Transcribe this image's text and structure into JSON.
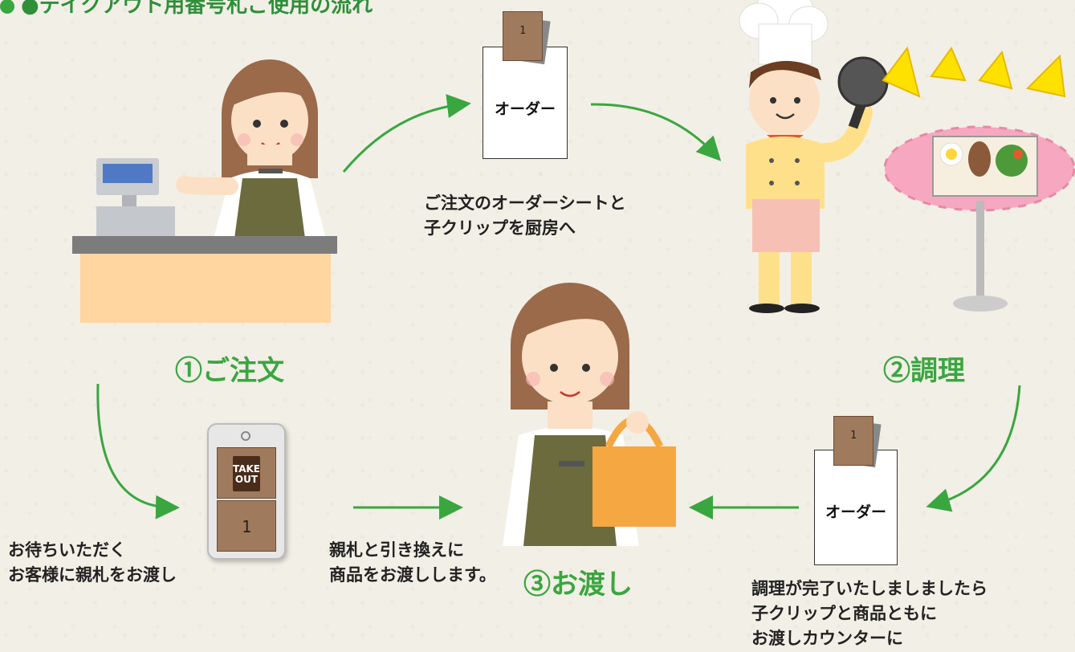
{
  "title": "●テイクアウト用番号札ご使用の流れ",
  "steps": {
    "order": "①ご注文",
    "cook": "②調理",
    "handover": "③お渡し"
  },
  "sheet_label": "オーダー",
  "clip_number": "1",
  "tag": {
    "take": "TAKE",
    "out": "OUT",
    "number": "1"
  },
  "descriptions": {
    "to_kitchen": "ご注文のオーダーシートと\n子クリップを厨房へ",
    "give_tag": "お待ちいただく\nお客様に親札をお渡し",
    "exchange": "親札と引き換えに\n商品をお渡しします。",
    "complete": "調理が完了いたしましましたら\n子クリップと商品ともに\nお渡しカウンターに"
  },
  "colors": {
    "green": "#3aa640",
    "kraft": "#a07a5d",
    "apron": "#6b6b3e",
    "bag": "#f5a742"
  }
}
